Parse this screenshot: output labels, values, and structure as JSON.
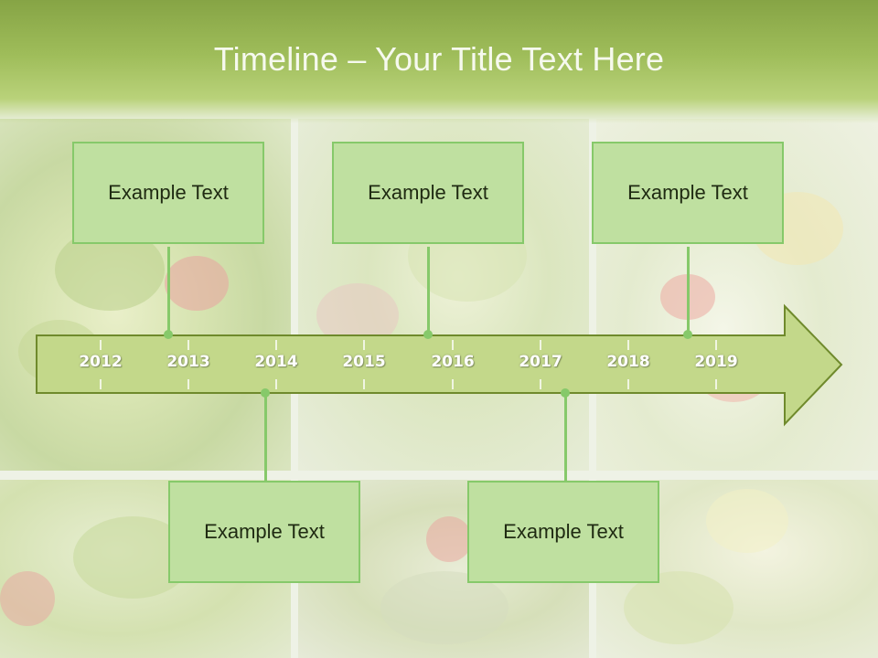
{
  "slide": {
    "title": "Timeline – Your Title Text Here"
  },
  "timeline": {
    "years": [
      "2012",
      "2013",
      "2014",
      "2015",
      "2016",
      "2017",
      "2018",
      "2019"
    ],
    "boxes_top": [
      {
        "text": "Example Text"
      },
      {
        "text": "Example Text"
      },
      {
        "text": "Example Text"
      }
    ],
    "boxes_bottom": [
      {
        "text": "Example Text"
      },
      {
        "text": "Example Text"
      }
    ]
  },
  "colors": {
    "header_green": "#9fbd5a",
    "arrow_fill": "#c3d88a",
    "arrow_stroke": "#6f8a2c",
    "box_fill": "#bfe0a0",
    "box_border": "#86c96a"
  }
}
